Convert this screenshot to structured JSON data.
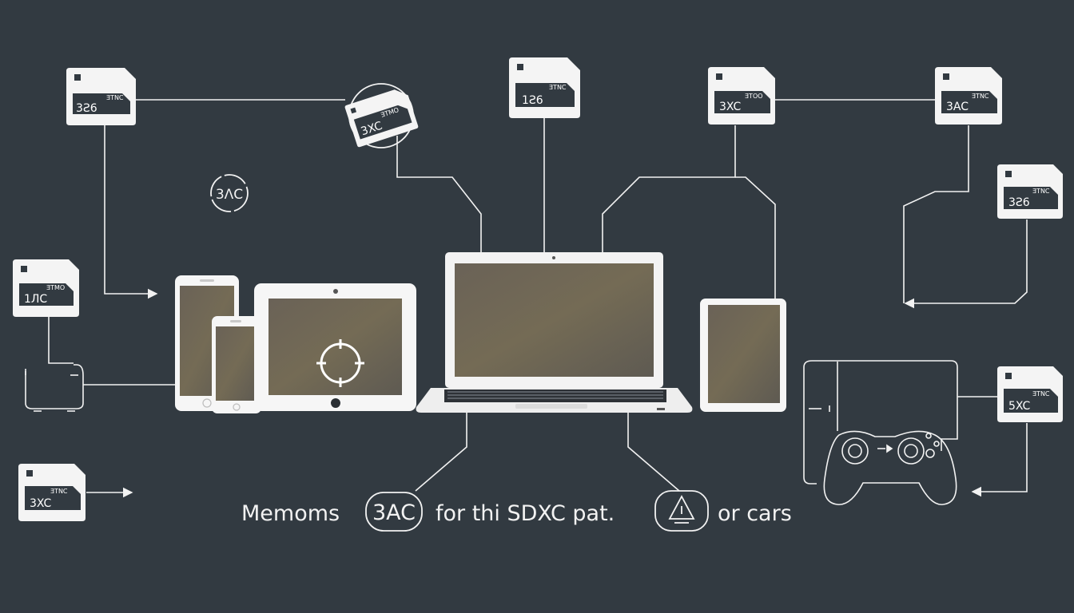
{
  "cards": [
    {
      "label": "3Ƨ6",
      "small": "ƎTNC"
    },
    {
      "label": "1Ƨ6",
      "small": "ƎTNC"
    },
    {
      "label": "3XC",
      "small": "ƎTOO"
    },
    {
      "label": "3AC",
      "small": "ƎTNC"
    },
    {
      "label": "3Ƨ6",
      "small": "ƎTNC"
    },
    {
      "label": "1ЛC",
      "small": "ƎTMO"
    },
    {
      "label": "3XC",
      "small": "ƎTMO"
    },
    {
      "label": "5XC",
      "small": "ƎTNC"
    },
    {
      "label": "3XC",
      "small": "ƎTNC"
    }
  ],
  "circle_label": "3ΛC",
  "caption": {
    "part1": "Memoms",
    "badge1": "3AC",
    "part2": "for thi SDXC pat.",
    "part3": "or cars"
  },
  "colors": {
    "background": "#323a41",
    "line": "#f2f2f2",
    "screen": "#6b6152"
  },
  "icons": [
    "sd-card-icon",
    "phone-icon",
    "tablet-icon",
    "laptop-icon",
    "game-controller-icon",
    "card-reader-icon",
    "target-icon",
    "warning-icon"
  ]
}
